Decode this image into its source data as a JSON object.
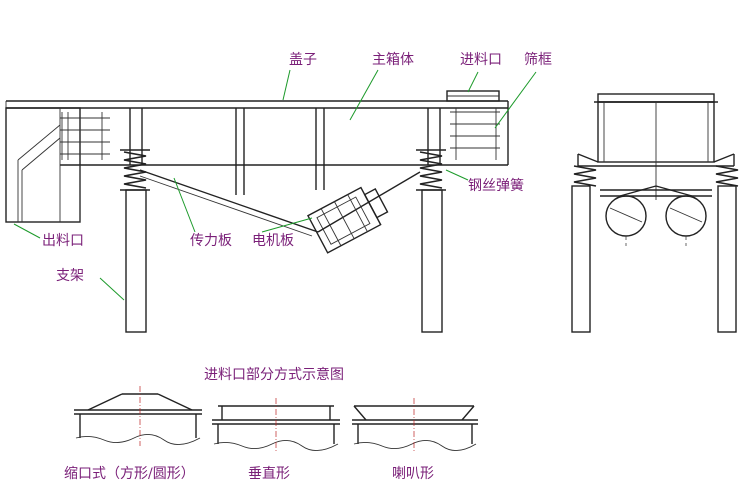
{
  "labels": {
    "cover": "盖子",
    "main_body": "主箱体",
    "inlet": "进料口",
    "screen_frame": "筛框",
    "outlet": "出料口",
    "support": "支架",
    "force_plate": "传力板",
    "motor_plate": "电机板",
    "spring": "钢丝弹簧"
  },
  "inlet_section": {
    "title": "进料口部分方式示意图",
    "types": [
      "缩口式（方形/圆形）",
      "垂直形",
      "喇叭形"
    ]
  }
}
